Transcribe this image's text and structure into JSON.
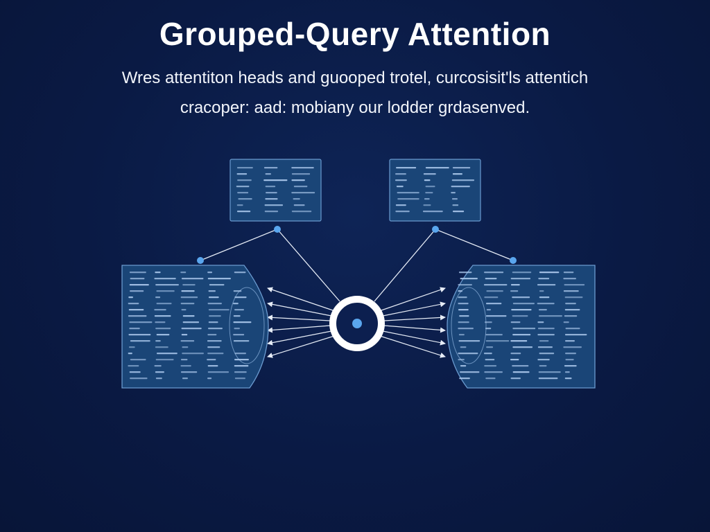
{
  "title": "Grouped-Query Attention",
  "subtitle": {
    "line1": "Wres attentiton heads and guooped trotel, curcosisit'ls attentich",
    "line2": "cracoper: aad: mobiany our lodder grdasenved."
  },
  "colors": {
    "background": "#0a1b45",
    "panel_fill": "#1a4577",
    "panel_border": "#6b9bd0",
    "node": "#5aa6ee",
    "line": "#e6ecf6",
    "hub_ring": "#ffffff"
  }
}
